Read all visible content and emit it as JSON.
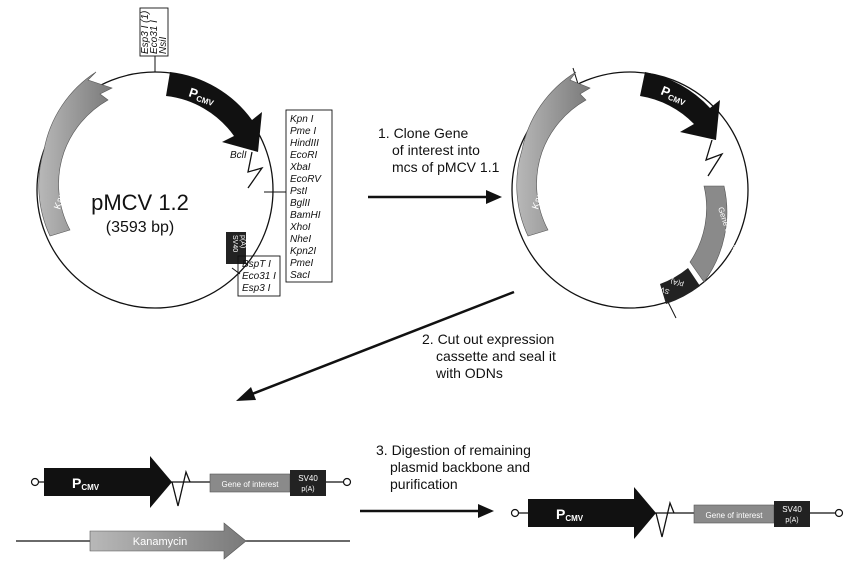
{
  "plasmid": {
    "name": "pMCV 1.2",
    "size": "(3593 bp)",
    "promoter_main": "P",
    "promoter_sub": "CMV",
    "resistance": "Kanamycin",
    "polyA_1": "SV40",
    "polyA_2": "p(A)",
    "gene": "Gene of interest",
    "top_sites": [
      "Esp3 I (1)",
      "Eco31 I",
      "NsiI"
    ],
    "bcl_site": "BclI",
    "mcs_sites": [
      "Kpn I",
      "Pme I",
      "HindIII",
      "EcoRI",
      "XbaI",
      "EcoRV",
      "PstI",
      "BglII",
      "BamHI",
      "XhoI",
      "NheI",
      "Kpn2I",
      "PmeI",
      "SacI"
    ],
    "lower_sites": [
      "BspT I",
      "Eco31 I",
      "Esp3 I"
    ]
  },
  "steps": {
    "s1": [
      "1. Clone Gene",
      "of interest into",
      "mcs of pMCV 1.1"
    ],
    "s2": [
      "2. Cut out expression",
      "cassette and seal it",
      "with ODNs"
    ],
    "s3": [
      "3. Digestion of remaining",
      "plasmid backbone and",
      "purification"
    ]
  },
  "colors": {
    "promoter": "#111111",
    "kanamycin": "#9a9a9a",
    "gene": "#8a8a8a",
    "polyA": "#222222",
    "line": "#111111"
  }
}
